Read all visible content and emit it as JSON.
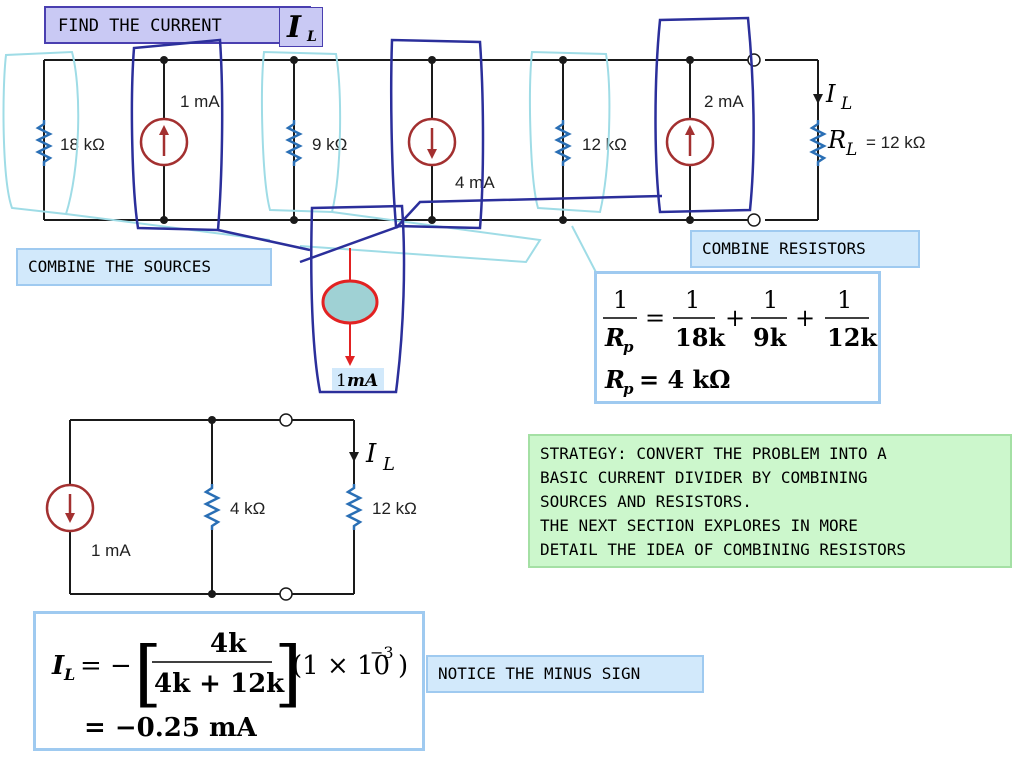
{
  "title": {
    "text": "FIND THE CURRENT",
    "symbol": "I",
    "subscript": "L"
  },
  "circuit_top": {
    "resistors": {
      "r1": "18 kΩ",
      "r2": "9 kΩ",
      "r3": "12 kΩ",
      "rl_symbol": "R",
      "rl_sub": "L",
      "rl_value": "= 12 kΩ"
    },
    "sources": {
      "s1": "1 mA",
      "s2": "4 mA",
      "s3": "2 mA"
    },
    "current_symbol": "I",
    "current_sub": "L"
  },
  "combined_source": {
    "label": "1",
    "unit": "mA"
  },
  "labels": {
    "combine_sources": "COMBINE THE SOURCES",
    "combine_resistors": "COMBINE RESISTORS",
    "notice": "NOTICE THE MINUS SIGN"
  },
  "rp_equation": {
    "lhs_num": "1",
    "lhs_den": "R",
    "t1_num": "1",
    "t1_den": "18k",
    "t2_num": "1",
    "t2_den": "9k",
    "t3_num": "1",
    "t3_den": "12k",
    "result_lhs": "R",
    "result_rhs": "= 4 kΩ"
  },
  "strategy": {
    "lines": [
      "STRATEGY: CONVERT THE PROBLEM INTO A",
      "BASIC CURRENT DIVIDER BY COMBINING",
      "SOURCES AND RESISTORS.",
      "THE NEXT SECTION EXPLORES IN MORE",
      "DETAIL THE IDEA OF COMBINING RESISTORS"
    ]
  },
  "circuit_bottom": {
    "source": "1 mA",
    "r_parallel": "4 kΩ",
    "r_load": "12 kΩ",
    "current_symbol": "I",
    "current_sub": "L"
  },
  "il_equation": {
    "lhs": "I",
    "lhs_sub": "L",
    "eq_minus": "= −",
    "frac_num": "4k",
    "frac_den": "4k + 12k",
    "factor": "(1 × 10",
    "exp": "−3",
    "factor_close": ")",
    "result": "= −0.25 mA"
  },
  "colors": {
    "wire": "#1a1a1a",
    "resistor": "#2a6fb5",
    "source": "#a33030",
    "annotation": "#2b2f9b",
    "annotation_light": "#9fdce6",
    "combined_fill": "#9fd1d4",
    "combined_stroke": "#e22222"
  }
}
